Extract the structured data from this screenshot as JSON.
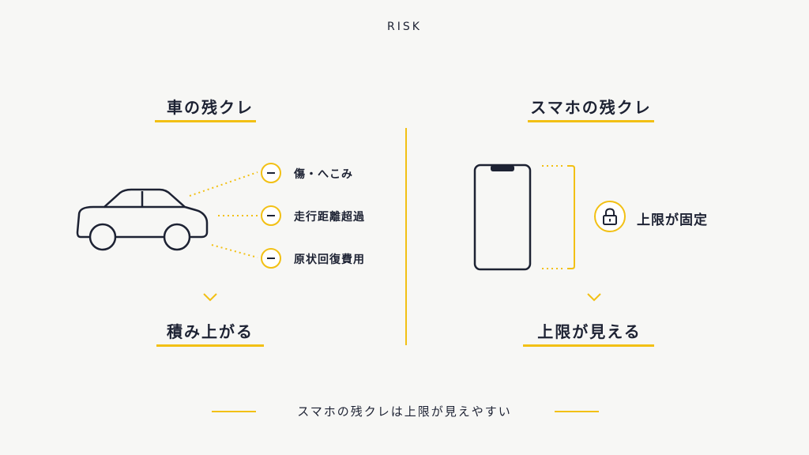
{
  "header": {
    "label": "RISK"
  },
  "left": {
    "title": "車の残クレ",
    "items": [
      {
        "label": "傷・へこみ"
      },
      {
        "label": "走行距離超過"
      },
      {
        "label": "原状回復費用"
      }
    ],
    "result": "積み上がる"
  },
  "right": {
    "title": "スマホの残クレ",
    "lock_label": "上限が固定",
    "result": "上限が見える"
  },
  "footer": {
    "text": "スマホの残クレは上限が見えやすい"
  },
  "icons": {
    "car": "car-icon",
    "phone": "smartphone-icon",
    "lock": "lock-icon",
    "minus": "minus-icon",
    "chevron": "chevron-down-icon"
  },
  "colors": {
    "accent": "#f2c014",
    "ink": "#1d2233",
    "background": "#f7f7f5"
  }
}
